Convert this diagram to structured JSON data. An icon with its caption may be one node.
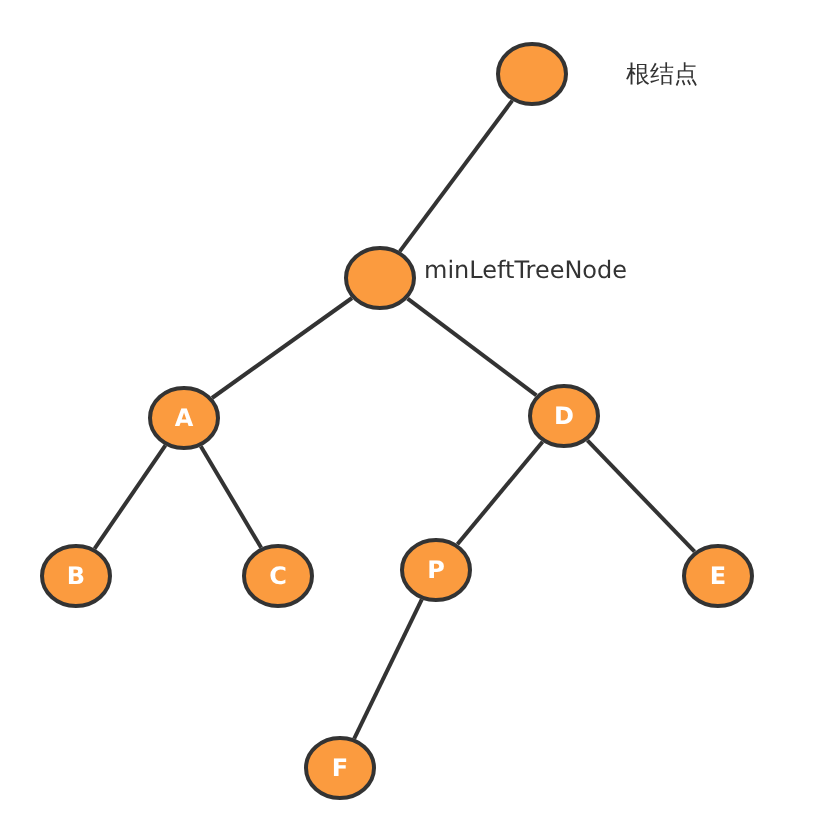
{
  "diagram": {
    "nodes": [
      {
        "text": [],
        "shape": "circle",
        "beside": [
          "根结点"
        ]
      },
      {
        "text": [],
        "shape": "circle",
        "beside": [
          "minLeftTreeNode"
        ]
      },
      {
        "text": [
          "A"
        ]
      },
      {
        "text": [
          "D"
        ]
      },
      {
        "text": [
          "B"
        ]
      },
      {
        "text": [
          "C"
        ]
      },
      {
        "text": [
          "P"
        ]
      },
      {
        "text": [
          "E"
        ]
      },
      {
        "text": [
          "F"
        ]
      }
    ],
    "edges": [
      {
        "from": 0,
        "to": 1,
        "arrow": "none"
      },
      {
        "from": 1,
        "to": 2,
        "arrow": "none"
      },
      {
        "from": 1,
        "to": 3,
        "arrow": "none"
      },
      {
        "from": 2,
        "to": 4,
        "arrow": "none"
      },
      {
        "from": 2,
        "to": 5,
        "arrow": "none"
      },
      {
        "from": 3,
        "to": 6,
        "arrow": "none"
      },
      {
        "from": 3,
        "to": 7,
        "arrow": "none"
      },
      {
        "from": 6,
        "to": 8,
        "arrow": "none"
      }
    ]
  }
}
